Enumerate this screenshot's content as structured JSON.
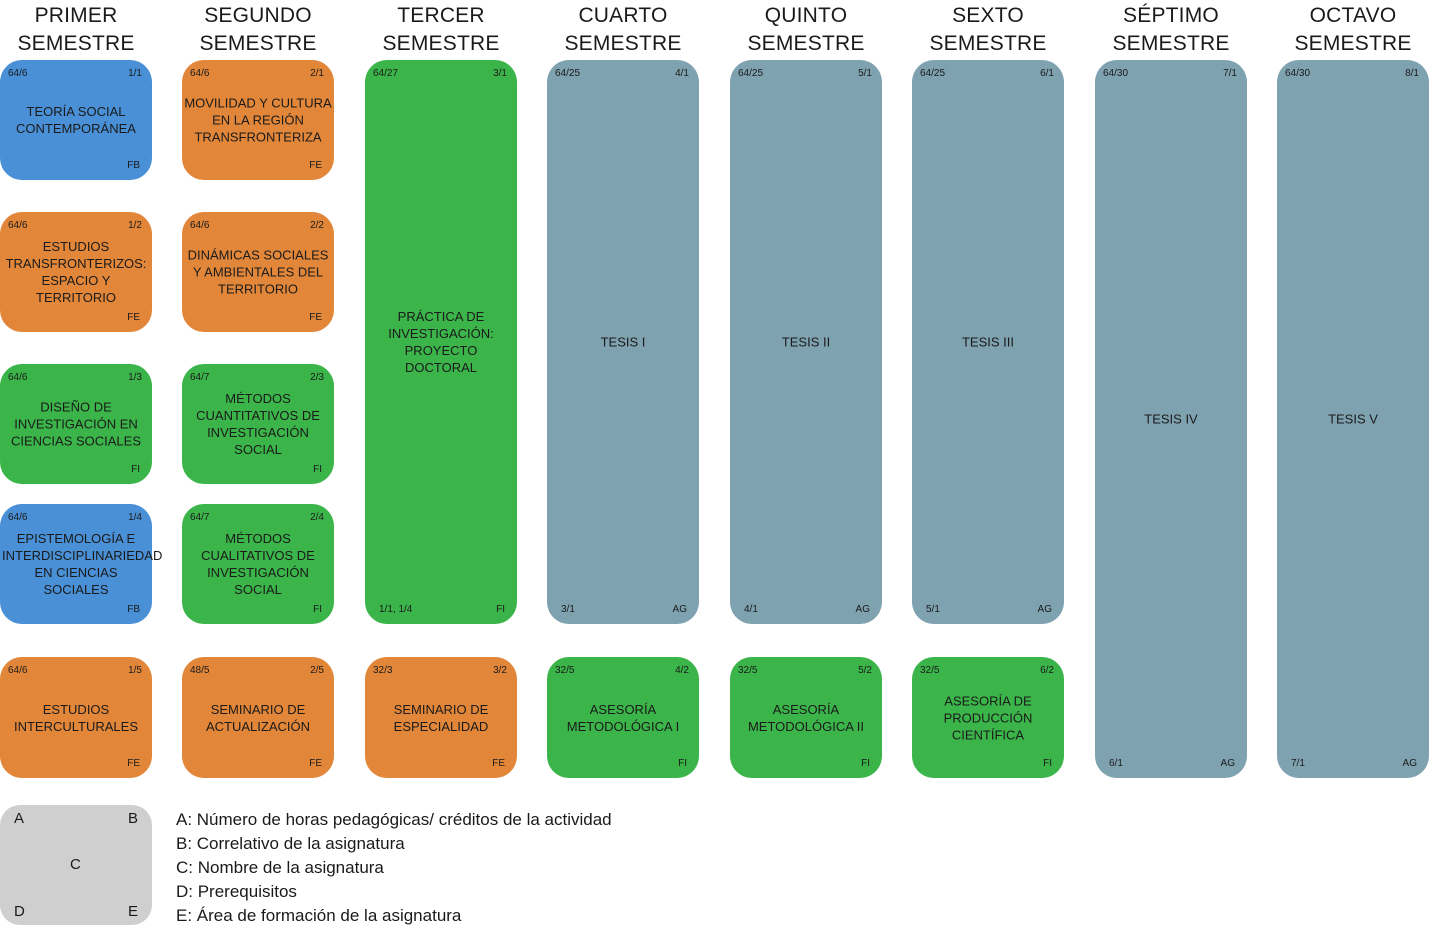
{
  "colors": {
    "FB": "#4a90d6",
    "FE": "#e2873a",
    "FI": "#3bb54a",
    "AG": "#7fa2b0",
    "legend": "#cfcfcf"
  },
  "semesters": [
    {
      "line1": "PRIMER",
      "line2": "SEMESTRE"
    },
    {
      "line1": "SEGUNDO",
      "line2": "SEMESTRE"
    },
    {
      "line1": "TERCER",
      "line2": "SEMESTRE"
    },
    {
      "line1": "CUARTO",
      "line2": "SEMESTRE"
    },
    {
      "line1": "QUINTO",
      "line2": "SEMESTRE"
    },
    {
      "line1": "SEXTO",
      "line2": "SEMESTRE"
    },
    {
      "line1": "SÉPTIMO",
      "line2": "SEMESTRE"
    },
    {
      "line1": "OCTAVO",
      "line2": "SEMESTRE"
    }
  ],
  "courses": [
    {
      "hours": "64/6",
      "code": "1/1",
      "name": "TEORÍA SOCIAL CONTEMPORÁNEA",
      "prereq": "",
      "area": "FB"
    },
    {
      "hours": "64/6",
      "code": "1/2",
      "name": "ESTUDIOS TRANSFRONTERIZOS: ESPACIO Y TERRITORIO",
      "prereq": "",
      "area": "FE"
    },
    {
      "hours": "64/6",
      "code": "1/3",
      "name": "DISEÑO DE INVESTIGACIÓN EN CIENCIAS SOCIALES",
      "prereq": "",
      "area": "FI"
    },
    {
      "hours": "64/6",
      "code": "1/4",
      "name": "EPISTEMOLOGÍA E INTERDISCIPLINARIEDAD EN CIENCIAS SOCIALES",
      "prereq": "",
      "area": "FB"
    },
    {
      "hours": "64/6",
      "code": "1/5",
      "name": "ESTUDIOS INTERCULTURALES",
      "prereq": "",
      "area": "FE"
    },
    {
      "hours": "64/6",
      "code": "2/1",
      "name": "MOVILIDAD Y CULTURA EN LA REGIÓN TRANSFRONTERIZA",
      "prereq": "",
      "area": "FE"
    },
    {
      "hours": "64/6",
      "code": "2/2",
      "name": "DINÁMICAS SOCIALES Y AMBIENTALES DEL TERRITORIO",
      "prereq": "",
      "area": "FE"
    },
    {
      "hours": "64/7",
      "code": "2/3",
      "name": "MÉTODOS CUANTITATIVOS DE INVESTIGACIÓN SOCIAL",
      "prereq": "",
      "area": "FI"
    },
    {
      "hours": "64/7",
      "code": "2/4",
      "name": "MÉTODOS CUALITATIVOS DE INVESTIGACIÓN SOCIAL",
      "prereq": "",
      "area": "FI"
    },
    {
      "hours": "48/5",
      "code": "2/5",
      "name": "SEMINARIO DE ACTUALIZACIÓN",
      "prereq": "",
      "area": "FE"
    },
    {
      "hours": "64/27",
      "code": "3/1",
      "name": "PRÁCTICA DE INVESTIGACIÓN: PROYECTO DOCTORAL",
      "prereq": "1/1, 1/4",
      "area": "FI"
    },
    {
      "hours": "32/3",
      "code": "3/2",
      "name": "SEMINARIO DE ESPECIALIDAD",
      "prereq": "",
      "area": "FE"
    },
    {
      "hours": "64/25",
      "code": "4/1",
      "name": "TESIS I",
      "prereq": "3/1",
      "area": "AG"
    },
    {
      "hours": "32/5",
      "code": "4/2",
      "name": "ASESORÍA METODOLÓGICA I",
      "prereq": "",
      "area": "FI"
    },
    {
      "hours": "64/25",
      "code": "5/1",
      "name": "TESIS II",
      "prereq": "4/1",
      "area": "AG"
    },
    {
      "hours": "32/5",
      "code": "5/2",
      "name": "ASESORÍA METODOLÓGICA II",
      "prereq": "",
      "area": "FI"
    },
    {
      "hours": "64/25",
      "code": "6/1",
      "name": "TESIS III",
      "prereq": "5/1",
      "area": "AG"
    },
    {
      "hours": "32/5",
      "code": "6/2",
      "name": "ASESORÍA DE PRODUCCIÓN CIENTÍFICA",
      "prereq": "",
      "area": "FI"
    },
    {
      "hours": "64/30",
      "code": "7/1",
      "name": "TESIS IV",
      "prereq": "6/1",
      "area": "AG"
    },
    {
      "hours": "64/30",
      "code": "8/1",
      "name": "TESIS V",
      "prereq": "7/1",
      "area": "AG"
    }
  ],
  "legend": {
    "corner_a": "A",
    "corner_b": "B",
    "corner_c": "C",
    "corner_d": "D",
    "corner_e": "E",
    "lines": [
      "A: Número de horas pedagógicas/ créditos de la actividad",
      "B: Correlativo de la asignatura",
      "C: Nombre de la asignatura",
      "D: Prerequisitos",
      "E: Área de formación de la asignatura"
    ]
  }
}
